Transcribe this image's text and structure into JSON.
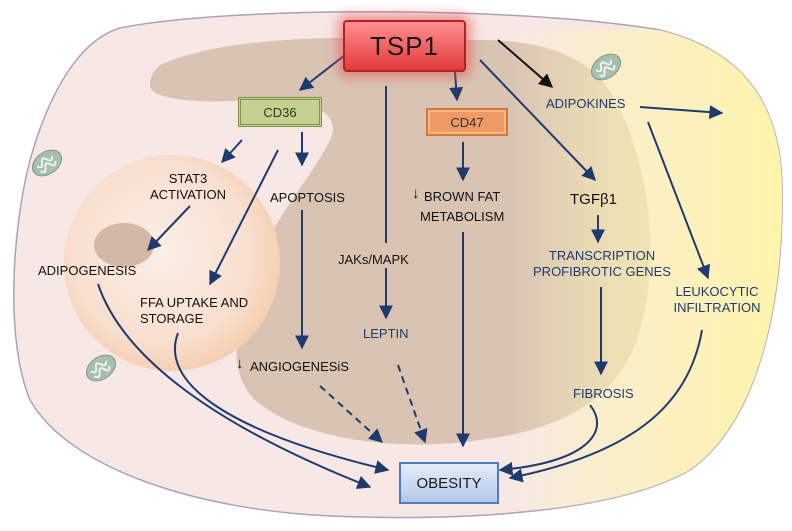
{
  "nodes": {
    "tsp1": "TSP1",
    "cd36": "CD36",
    "cd47": "CD47",
    "adipokines": "ADIPOKINES",
    "stat3_line1": "STAT3",
    "stat3_line2": "ACTIVATION",
    "apoptosis": "APOPTOSIS",
    "brown_fat_line1": "BROWN FAT",
    "brown_fat_line2": "METABOLISM",
    "tgfb1": "TGFβ1",
    "adipogenesis": "ADIPOGENESIS",
    "jaks_mapk": "JAKs/MAPK",
    "transcription_line1": "TRANSCRIPTION",
    "transcription_line2": "PROFIBROTIC GENES",
    "leukocytic_line1": "LEUKOCYTIC",
    "leukocytic_line2": "INFILTRATION",
    "ffa_line1": "FFA UPTAKE AND",
    "ffa_line2": "STORAGE",
    "leptin": "LEPTIN",
    "angiogenesis": "ANGIOGENESiS",
    "fibrosis": "FIBROSIS",
    "obesity": "OBESITY",
    "down_arrow": "↓"
  },
  "icons": [
    "mitochondrion-icon",
    "down-arrow-icon"
  ],
  "colors": {
    "cell_fill": "#f7e8e6",
    "cytoplasm_fill": "#d9c4b4",
    "lipid_droplet": "#f6d8c4",
    "yellow_gradient": "#fdf3b4",
    "arrow": "#1f3b6e",
    "tsp1_box": "#e74c4c",
    "cd36_box": "#c3cf93",
    "cd47_box": "#ef9a66",
    "obesity_box": "#c9daf3"
  }
}
